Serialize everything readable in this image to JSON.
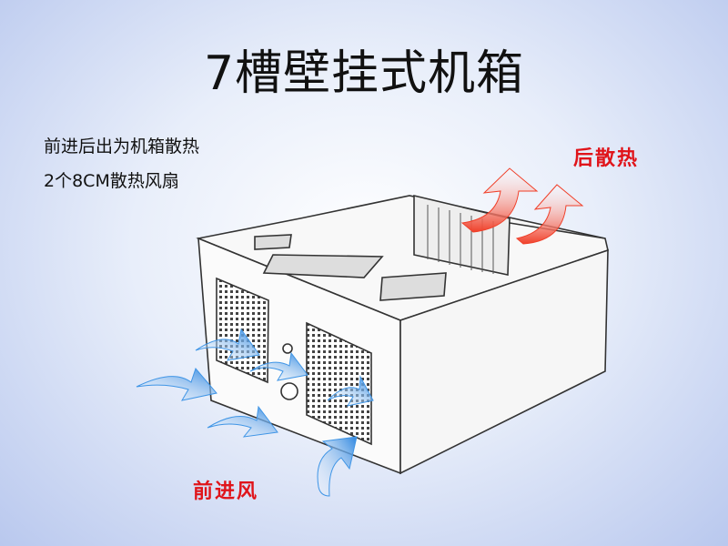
{
  "title": "7槽壁挂式机箱",
  "description": [
    "前进后出为机箱散热",
    "2个8CM散热风扇"
  ],
  "labels": {
    "rear": "后散热",
    "front": "前进风"
  },
  "colors": {
    "intake_arrow": "#3f95e6",
    "exhaust_arrow": "#f0402a",
    "label": "#e0141a"
  }
}
